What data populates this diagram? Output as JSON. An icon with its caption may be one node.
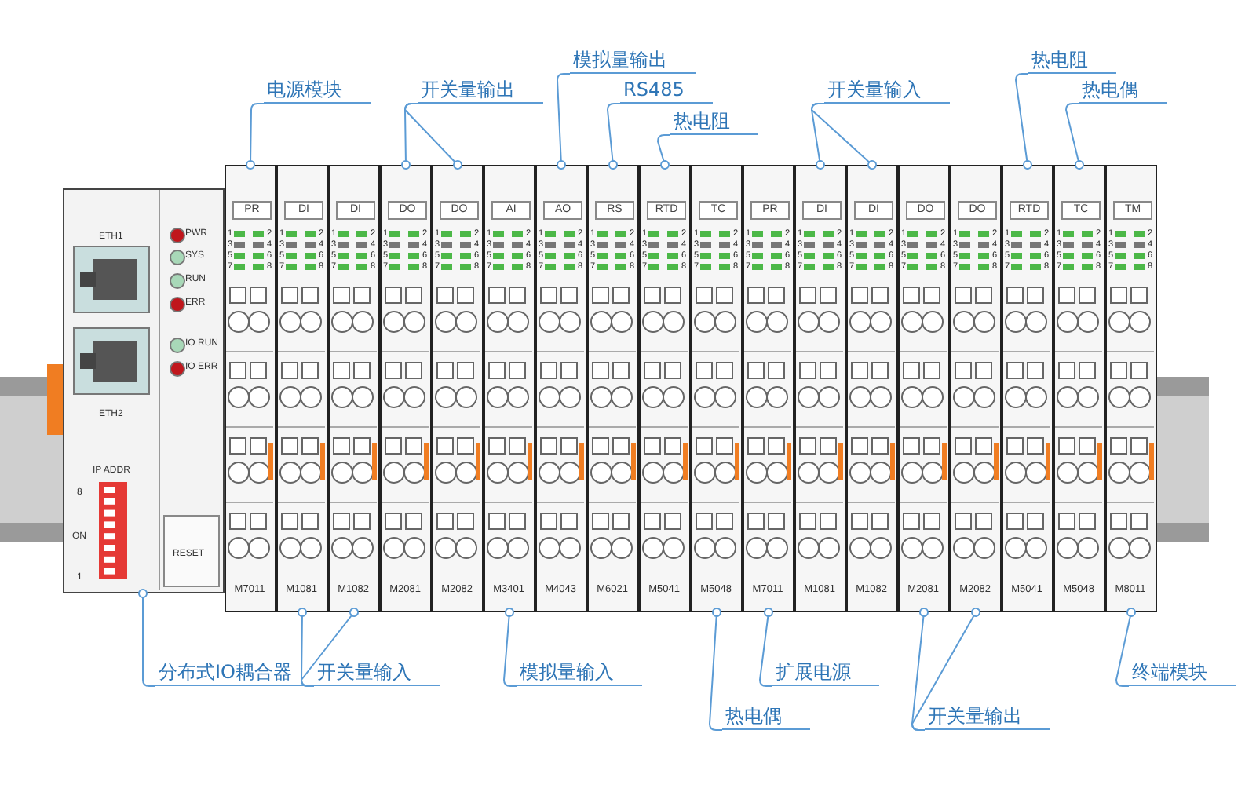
{
  "diagram": {
    "nodes": [
      {
        "text": [
          "ETH1",
          "ETH2",
          "PWR",
          "SYS",
          "RUN",
          "ERR",
          "IO RUN",
          "IO ERR",
          "IP ADDR",
          "8",
          "ON",
          "1",
          "RESET"
        ]
      },
      {
        "text": [
          "PR",
          "1",
          "2",
          "3",
          "4",
          "5",
          "6",
          "7",
          "8",
          "M7011"
        ]
      },
      {
        "text": [
          "DI",
          "1",
          "2",
          "3",
          "4",
          "5",
          "6",
          "7",
          "8",
          "M1081"
        ]
      },
      {
        "text": [
          "DI",
          "1",
          "2",
          "3",
          "4",
          "5",
          "6",
          "7",
          "8",
          "M1082"
        ]
      },
      {
        "text": [
          "DO",
          "1",
          "2",
          "3",
          "4",
          "5",
          "6",
          "7",
          "8",
          "M2081"
        ]
      },
      {
        "text": [
          "DO",
          "1",
          "2",
          "3",
          "4",
          "5",
          "6",
          "7",
          "8",
          "M2082"
        ]
      },
      {
        "text": [
          "AI",
          "1",
          "2",
          "3",
          "4",
          "5",
          "6",
          "7",
          "8",
          "M3401"
        ]
      },
      {
        "text": [
          "AO",
          "1",
          "2",
          "3",
          "4",
          "5",
          "6",
          "7",
          "8",
          "M4043"
        ]
      },
      {
        "text": [
          "RS",
          "1",
          "2",
          "3",
          "4",
          "5",
          "6",
          "7",
          "8",
          "M6021"
        ]
      },
      {
        "text": [
          "RTD",
          "1",
          "2",
          "3",
          "4",
          "5",
          "6",
          "7",
          "8",
          "M5041"
        ]
      },
      {
        "text": [
          "TC",
          "1",
          "2",
          "3",
          "4",
          "5",
          "6",
          "7",
          "8",
          "M5048"
        ]
      },
      {
        "text": [
          "PR",
          "1",
          "2",
          "3",
          "4",
          "5",
          "6",
          "7",
          "8",
          "M7011"
        ]
      },
      {
        "text": [
          "DI",
          "1",
          "2",
          "3",
          "4",
          "5",
          "6",
          "7",
          "8",
          "M1081"
        ]
      },
      {
        "text": [
          "DI",
          "1",
          "2",
          "3",
          "4",
          "5",
          "6",
          "7",
          "8",
          "M1082"
        ]
      },
      {
        "text": [
          "DO",
          "1",
          "2",
          "3",
          "4",
          "5",
          "6",
          "7",
          "8",
          "M2081"
        ]
      },
      {
        "text": [
          "DO",
          "1",
          "2",
          "3",
          "4",
          "5",
          "6",
          "7",
          "8",
          "M2082"
        ]
      },
      {
        "text": [
          "RTD",
          "1",
          "2",
          "3",
          "4",
          "5",
          "6",
          "7",
          "8",
          "M5041"
        ]
      },
      {
        "text": [
          "TC",
          "1",
          "2",
          "3",
          "4",
          "5",
          "6",
          "7",
          "8",
          "M5048"
        ]
      },
      {
        "text": [
          "TM",
          "1",
          "2",
          "3",
          "4",
          "5",
          "6",
          "7",
          "8",
          "M8011"
        ]
      },
      {
        "text": [
          "电源模块"
        ]
      },
      {
        "text": [
          "开关量输出"
        ]
      },
      {
        "text": [
          "模拟量输出"
        ]
      },
      {
        "text": [
          "RS485"
        ]
      },
      {
        "text": [
          "热电阻"
        ]
      },
      {
        "text": [
          "开关量输入"
        ]
      },
      {
        "text": [
          "热电阻"
        ]
      },
      {
        "text": [
          "热电偶"
        ]
      },
      {
        "text": [
          "分布式IO耦合器"
        ]
      },
      {
        "text": [
          "开关量输入"
        ]
      },
      {
        "text": [
          "模拟量输入"
        ]
      },
      {
        "text": [
          "热电偶"
        ]
      },
      {
        "text": [
          "扩展电源"
        ]
      },
      {
        "text": [
          "开关量输出"
        ]
      },
      {
        "text": [
          "终端模块"
        ]
      }
    ],
    "edges": [
      {
        "from": 19,
        "to": 1,
        "arrow": "other"
      },
      {
        "from": 20,
        "to": 4,
        "arrow": "other"
      },
      {
        "from": 20,
        "to": 5,
        "arrow": "other"
      },
      {
        "from": 21,
        "to": 7,
        "arrow": "other"
      },
      {
        "from": 22,
        "to": 8,
        "arrow": "other"
      },
      {
        "from": 23,
        "to": 9,
        "arrow": "other"
      },
      {
        "from": 24,
        "to": 12,
        "arrow": "other"
      },
      {
        "from": 24,
        "to": 13,
        "arrow": "other"
      },
      {
        "from": 25,
        "to": 16,
        "arrow": "other"
      },
      {
        "from": 26,
        "to": 17,
        "arrow": "other"
      },
      {
        "from": 27,
        "to": 0,
        "arrow": "other"
      },
      {
        "from": 28,
        "to": 2,
        "arrow": "other"
      },
      {
        "from": 28,
        "to": 3,
        "arrow": "other"
      },
      {
        "from": 29,
        "to": 6,
        "arrow": "other"
      },
      {
        "from": 30,
        "to": 10,
        "arrow": "other"
      },
      {
        "from": 31,
        "to": 11,
        "arrow": "other"
      },
      {
        "from": 32,
        "to": 14,
        "arrow": "other"
      },
      {
        "from": 32,
        "to": 15,
        "arrow": "other"
      },
      {
        "from": 33,
        "to": 18,
        "arrow": "other"
      }
    ]
  }
}
